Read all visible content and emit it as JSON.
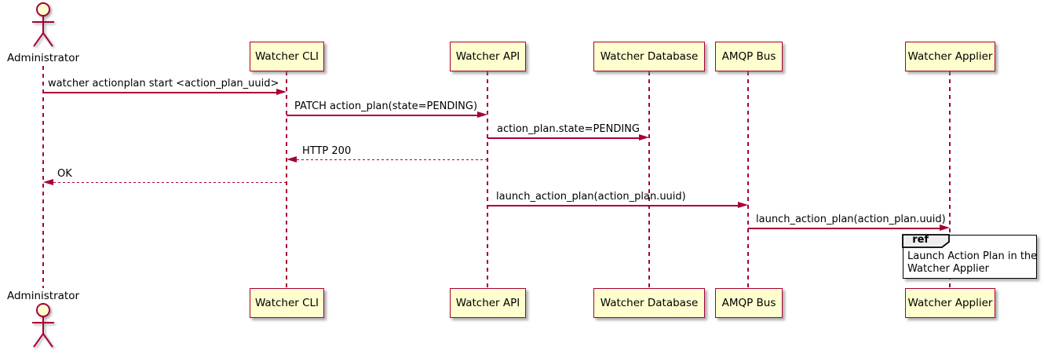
{
  "diagram": {
    "type": "uml-sequence-diagram",
    "actor": {
      "label": "Administrator"
    },
    "participants": [
      {
        "label": "Watcher CLI"
      },
      {
        "label": "Watcher API"
      },
      {
        "label": "Watcher Database"
      },
      {
        "label": "AMQP Bus"
      },
      {
        "label": "Watcher Applier"
      }
    ],
    "messages": [
      {
        "from": "Administrator",
        "to": "Watcher CLI",
        "label": "watcher actionplan start <action_plan_uuid>",
        "line": "solid",
        "direction": "right"
      },
      {
        "from": "Watcher CLI",
        "to": "Watcher API",
        "label": "PATCH action_plan(state=PENDING)",
        "line": "solid",
        "direction": "right"
      },
      {
        "from": "Watcher API",
        "to": "Watcher Database",
        "label": "action_plan.state=PENDING",
        "line": "solid",
        "direction": "right"
      },
      {
        "from": "Watcher API",
        "to": "Watcher CLI",
        "label": "HTTP 200",
        "line": "dashed",
        "direction": "left"
      },
      {
        "from": "Watcher CLI",
        "to": "Administrator",
        "label": "OK",
        "line": "dashed",
        "direction": "left"
      },
      {
        "from": "Watcher API",
        "to": "AMQP Bus",
        "label": "launch_action_plan(action_plan.uuid)",
        "line": "solid",
        "direction": "right"
      },
      {
        "from": "AMQP Bus",
        "to": "Watcher Applier",
        "label": "launch_action_plan(action_plan.uuid)",
        "line": "solid",
        "direction": "right"
      }
    ],
    "ref_fragment": {
      "keyword": "ref",
      "lines": [
        "Launch Action Plan in the",
        "Watcher Applier"
      ],
      "over": "Watcher Applier"
    },
    "colors": {
      "participant_fill": "#FEFECE",
      "participant_border": "#A80036",
      "message_line": "#A80036",
      "lifeline": "#A80036",
      "text": "#000000",
      "ref_border": "#000000",
      "ref_tab_fill": "#EEEEEE",
      "background": "#FFFFFF"
    }
  }
}
